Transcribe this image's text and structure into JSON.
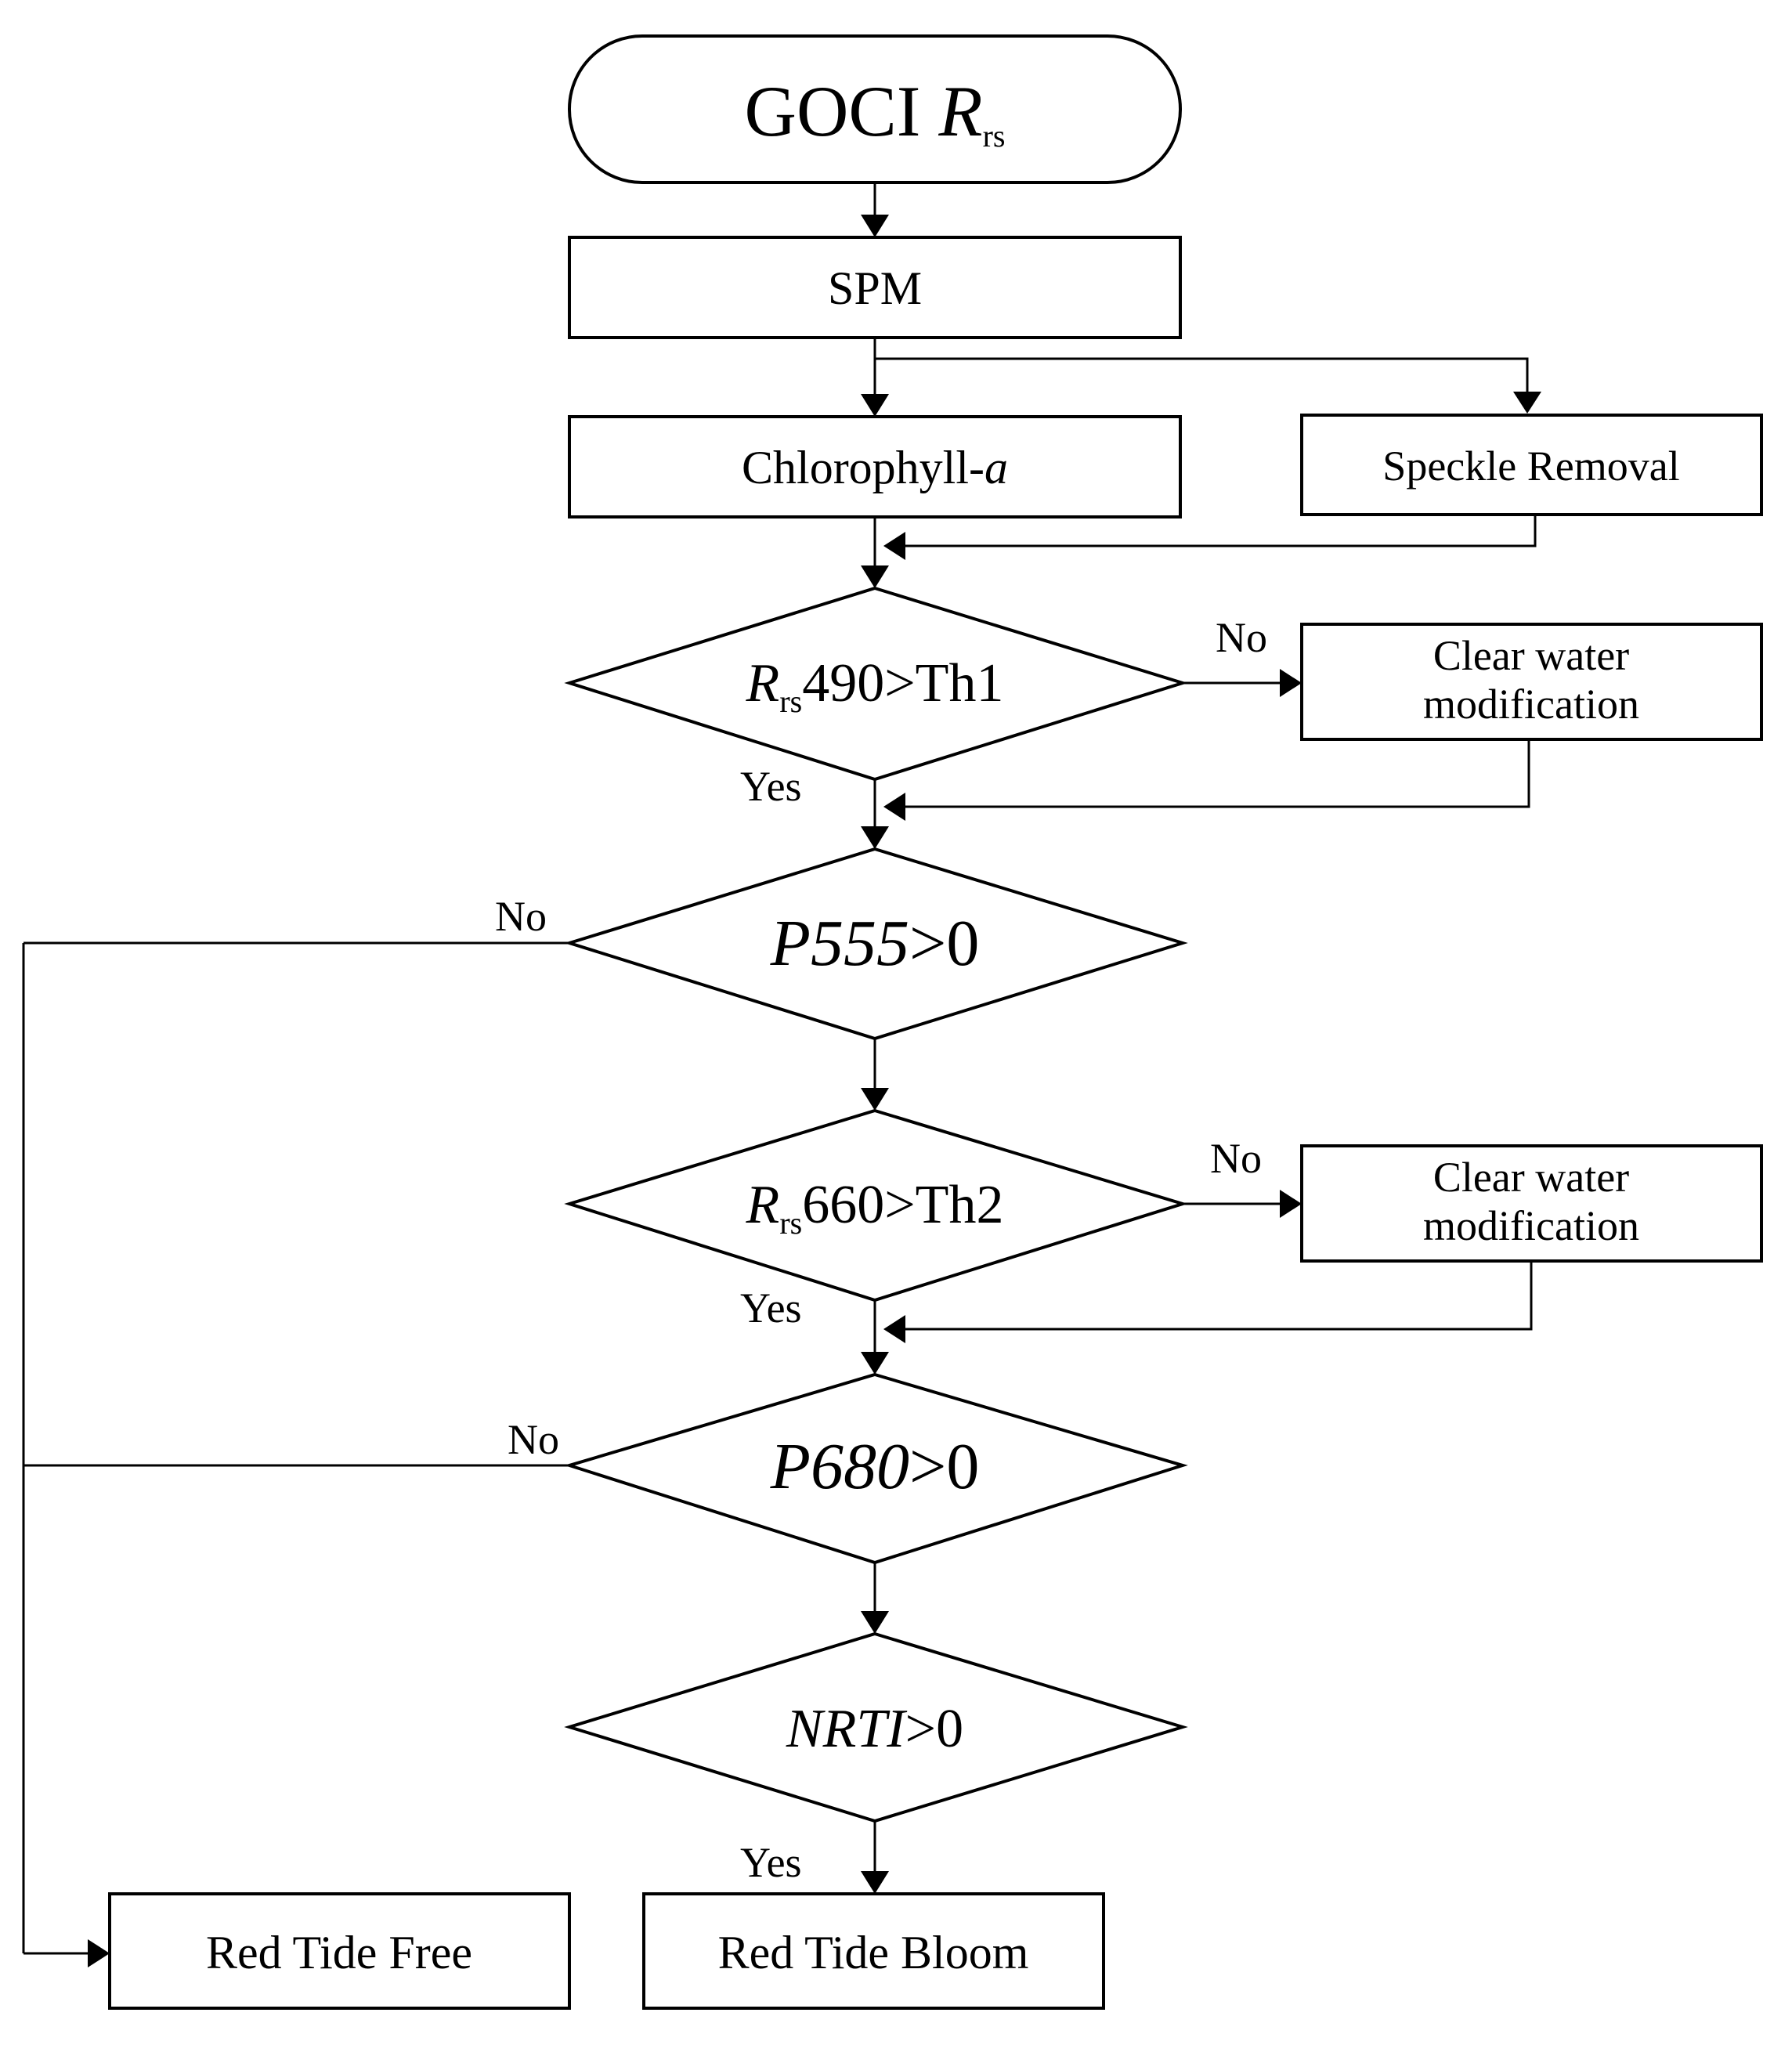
{
  "nodes": {
    "start": {
      "main": "GOCI ",
      "var": "R",
      "sub": "rs"
    },
    "spm": {
      "label": "SPM"
    },
    "chlorophyll": {
      "main": "Chlorophyll-",
      "var": "a"
    },
    "speckle": {
      "label": "Speckle Removal"
    },
    "decision1": {
      "var": "R",
      "sub": "rs",
      "rest": "490>Th1"
    },
    "clear1": {
      "line1": "Clear water",
      "line2": "modification"
    },
    "decision2": {
      "var": "P555",
      "rest": ">0"
    },
    "decision3": {
      "var": "R",
      "sub": "rs",
      "rest": "660>Th2"
    },
    "clear2": {
      "line1": "Clear water",
      "line2": "modification"
    },
    "decision4": {
      "var": "P680",
      "rest": ">0"
    },
    "decision5": {
      "var": "NRTI",
      "rest": ">0"
    },
    "free": {
      "label": "Red Tide Free"
    },
    "bloom": {
      "label": "Red Tide Bloom"
    }
  },
  "edges": {
    "d1_no": "No",
    "d1_yes": "Yes",
    "d2_no": "No",
    "d3_no": "No",
    "d3_yes": "Yes",
    "d4_no": "No",
    "d5_yes": "Yes"
  }
}
